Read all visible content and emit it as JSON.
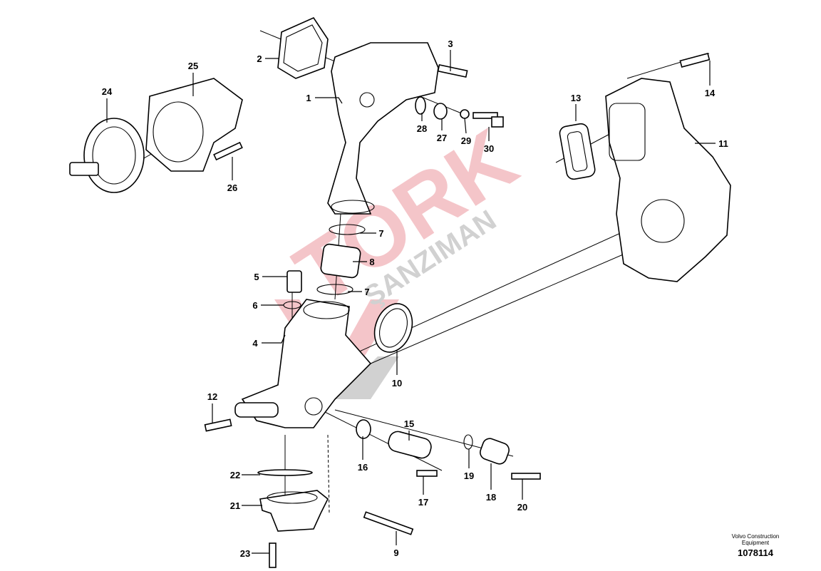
{
  "diagram": {
    "callouts": [
      "1",
      "2",
      "3",
      "4",
      "5",
      "6",
      "7",
      "8",
      "7",
      "9",
      "10",
      "11",
      "12",
      "13",
      "14",
      "15",
      "16",
      "17",
      "18",
      "19",
      "20",
      "21",
      "22",
      "23",
      "24",
      "25",
      "26",
      "27",
      "28",
      "29",
      "30"
    ]
  },
  "footer": {
    "manufacturer_line1": "Volvo Construction",
    "manufacturer_line2": "Equipment",
    "drawing_number": "1078114"
  },
  "watermark": {
    "text_main": "VITORK",
    "text_sub": "ŞANZIMAN",
    "color_main": "#e8808a",
    "color_sub": "#9a9a9a"
  }
}
